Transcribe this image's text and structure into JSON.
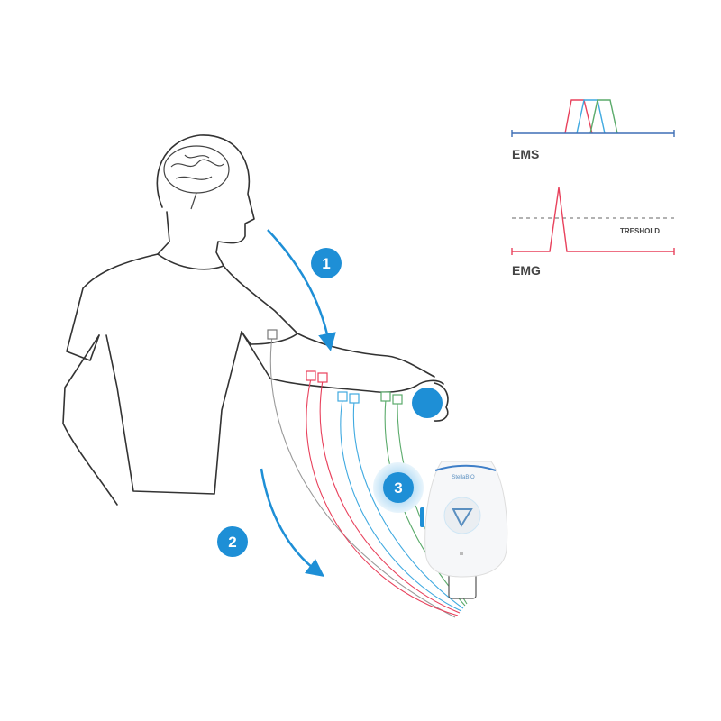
{
  "steps": [
    {
      "label": "1"
    },
    {
      "label": "2"
    },
    {
      "label": "3"
    }
  ],
  "charts": {
    "ems": {
      "label": "EMS",
      "series_colors": [
        "#e8415c",
        "#3fa9e0",
        "#5aaa6a"
      ],
      "baseline_color": "#3f6fb5"
    },
    "emg": {
      "label": "EMG",
      "threshold_label": "TRESHOLD",
      "signal_color": "#e8415c"
    }
  },
  "device": {
    "brand": "StellaBIO"
  },
  "colors": {
    "accent": "#1e8fd6",
    "outline": "#333333",
    "electrode_red": "#e8415c",
    "electrode_blue": "#3fa9e0",
    "electrode_green": "#5aaa6a",
    "electrode_gray": "#999999"
  }
}
